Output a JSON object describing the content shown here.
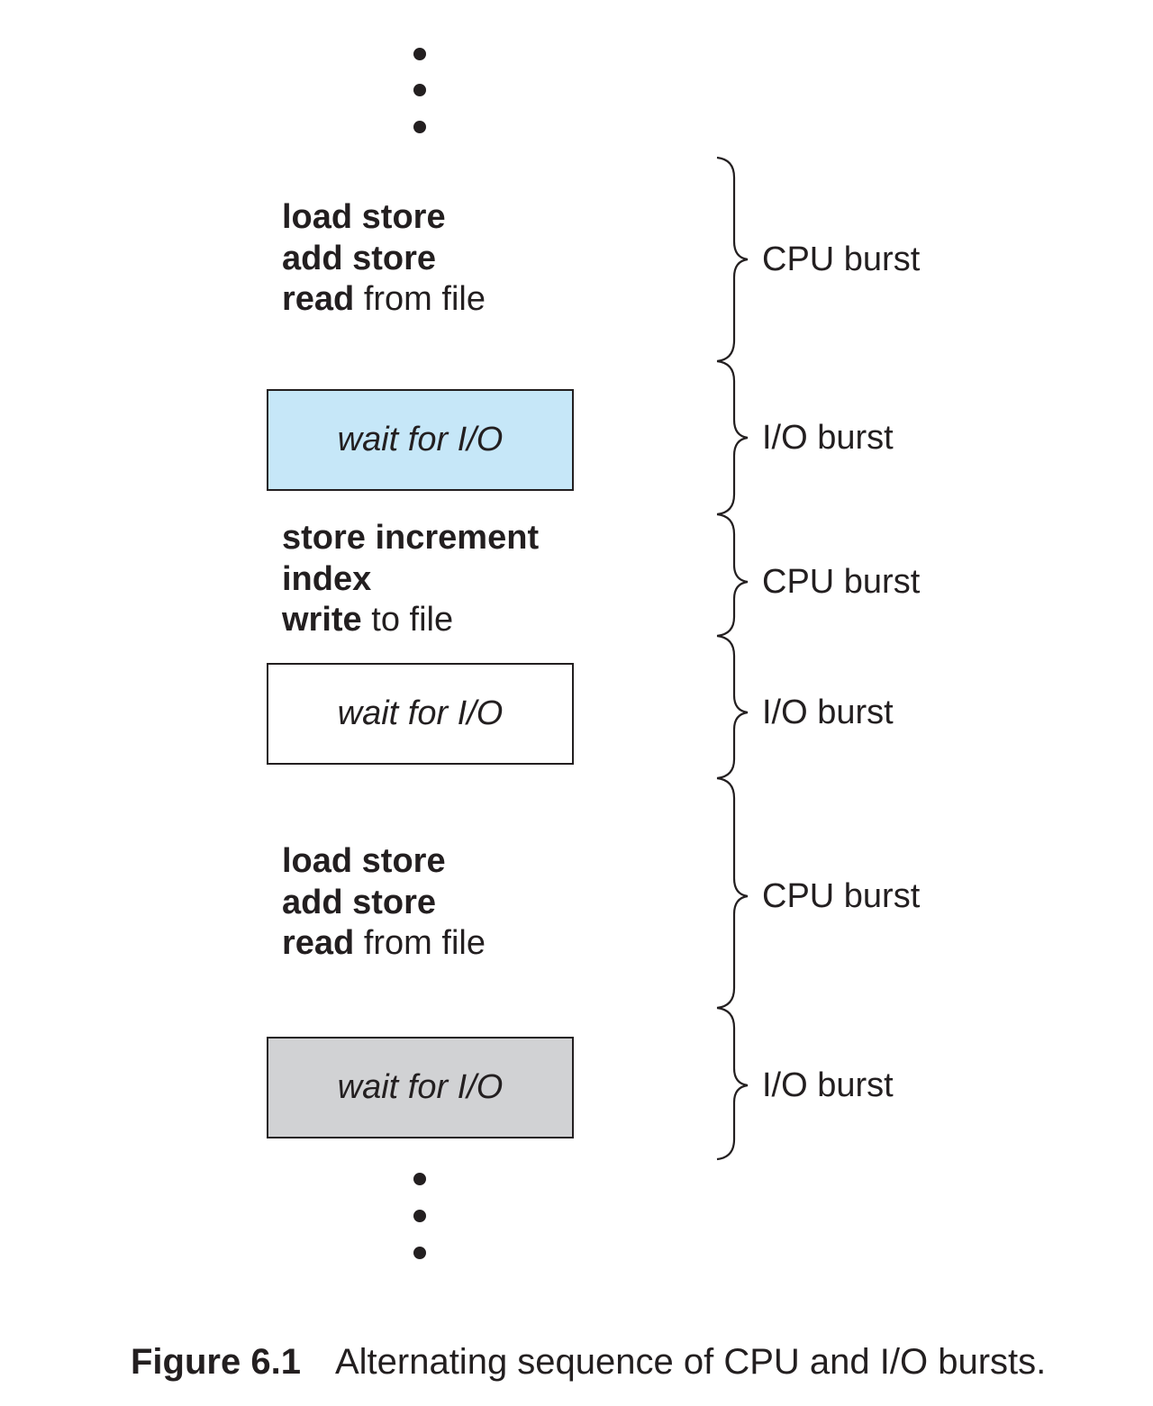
{
  "code_blocks": [
    {
      "lines": [
        {
          "bold": "load store",
          "normal": ""
        },
        {
          "bold": "add store",
          "normal": ""
        },
        {
          "bold": "read",
          "normal": " from file"
        }
      ]
    },
    {
      "lines": [
        {
          "bold": "store increment",
          "normal": ""
        },
        {
          "bold": "index",
          "normal": ""
        },
        {
          "bold": "write",
          "normal": " to file"
        }
      ]
    },
    {
      "lines": [
        {
          "bold": "load store",
          "normal": ""
        },
        {
          "bold": "add store",
          "normal": ""
        },
        {
          "bold": "read",
          "normal": " from file"
        }
      ]
    }
  ],
  "io_boxes": [
    {
      "label": "wait for I/O",
      "fill": "#c6e7f8"
    },
    {
      "label": "wait for I/O",
      "fill": "#ffffff"
    },
    {
      "label": "wait for I/O",
      "fill": "#d1d2d4"
    }
  ],
  "bursts": [
    "CPU burst",
    "I/O burst",
    "CPU burst",
    "I/O burst",
    "CPU burst",
    "I/O burst"
  ],
  "caption": {
    "figure": "Figure 6.1",
    "text": "Alternating sequence of CPU and I/O bursts."
  }
}
